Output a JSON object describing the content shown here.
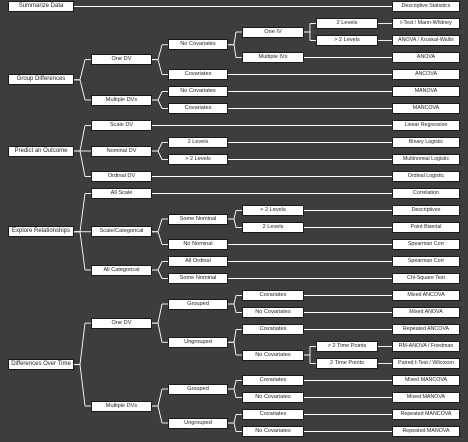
{
  "title": "Statistical test decision tree",
  "tree": [
    {
      "label": "Summarize Data",
      "children": [
        {
          "label": "Descriptive Statistics"
        }
      ]
    },
    {
      "label": "Group Differences",
      "children": [
        {
          "label": "One DV",
          "children": [
            {
              "label": "No Covariates",
              "children": [
                {
                  "label": "One IV",
                  "children": [
                    {
                      "label": "2 Levels",
                      "children": [
                        {
                          "label": "t-Test / Mann-Whitney"
                        }
                      ]
                    },
                    {
                      "label": "> 2 Levels",
                      "children": [
                        {
                          "label": "ANOVA / Kruskal-Wallis"
                        }
                      ]
                    }
                  ]
                },
                {
                  "label": "Multiple IVs",
                  "children": [
                    {
                      "label": "ANOVA"
                    }
                  ]
                }
              ]
            },
            {
              "label": "Covariates",
              "children": [
                {
                  "label": "ANCOVA"
                }
              ]
            }
          ]
        },
        {
          "label": "Multiple DVs",
          "children": [
            {
              "label": "No Covariates",
              "children": [
                {
                  "label": "MANOVA"
                }
              ]
            },
            {
              "label": "Covariates",
              "children": [
                {
                  "label": "MANCOVA"
                }
              ]
            }
          ]
        }
      ]
    },
    {
      "label": "Predict an Outcome",
      "children": [
        {
          "label": "Scale DV",
          "children": [
            {
              "label": "Linear Regression"
            }
          ]
        },
        {
          "label": "Nominal DV",
          "children": [
            {
              "label": "2 Levels",
              "children": [
                {
                  "label": "Binary Logistic"
                }
              ]
            },
            {
              "label": "> 2 Levels",
              "children": [
                {
                  "label": "Multinomial Logistic"
                }
              ]
            }
          ]
        },
        {
          "label": "Ordinal DV",
          "children": [
            {
              "label": "Ordinal Logistic"
            }
          ]
        }
      ]
    },
    {
      "label": "Explore Relationships",
      "children": [
        {
          "label": "All Scale",
          "children": [
            {
              "label": "Correlation"
            }
          ]
        },
        {
          "label": "Scale/Categorical",
          "children": [
            {
              "label": "Some Nominal",
              "children": [
                {
                  "label": "> 2 Levels",
                  "children": [
                    {
                      "label": "Descriptives"
                    }
                  ]
                },
                {
                  "label": "2 Levels",
                  "children": [
                    {
                      "label": "Point Biserial"
                    }
                  ]
                }
              ]
            },
            {
              "label": "No Nominal",
              "children": [
                {
                  "label": "Spearman Corr"
                }
              ]
            }
          ]
        },
        {
          "label": "All Categorical",
          "children": [
            {
              "label": "All Ordinal",
              "children": [
                {
                  "label": "Spearman Corr"
                }
              ]
            },
            {
              "label": "Some Nominal",
              "children": [
                {
                  "label": "Chi-Square Test"
                }
              ]
            }
          ]
        }
      ]
    },
    {
      "label": "Differences Over Time",
      "children": [
        {
          "label": "One DV",
          "children": [
            {
              "label": "Grouped",
              "children": [
                {
                  "label": "Covariates",
                  "children": [
                    {
                      "label": "Mixed ANCOVA"
                    }
                  ]
                },
                {
                  "label": "No Covariates",
                  "children": [
                    {
                      "label": "Mixed ANOVA"
                    }
                  ]
                }
              ]
            },
            {
              "label": "Ungrouped",
              "children": [
                {
                  "label": "Covariates",
                  "children": [
                    {
                      "label": "Repeated ANCOVA"
                    }
                  ]
                },
                {
                  "label": "No Covariates",
                  "children": [
                    {
                      "label": "> 2 Time Points",
                      "children": [
                        {
                          "label": "RM-ANOVA / Friedman"
                        }
                      ]
                    },
                    {
                      "label": "2 Time Points",
                      "children": [
                        {
                          "label": "Paired t-Test / Wilcoxon"
                        }
                      ]
                    }
                  ]
                }
              ]
            }
          ]
        },
        {
          "label": "Multiple DVs",
          "children": [
            {
              "label": "Grouped",
              "children": [
                {
                  "label": "Covariates",
                  "children": [
                    {
                      "label": "Mixed MANCOVA"
                    }
                  ]
                },
                {
                  "label": "No Covariates",
                  "children": [
                    {
                      "label": "Mixed MANOVA"
                    }
                  ]
                }
              ]
            },
            {
              "label": "Ungrouped",
              "children": [
                {
                  "label": "Covariates",
                  "children": [
                    {
                      "label": "Repeated MANCOVA"
                    }
                  ]
                },
                {
                  "label": "No Covariates",
                  "children": [
                    {
                      "label": "Repeated MANOVA"
                    }
                  ]
                }
              ]
            }
          ]
        }
      ]
    }
  ]
}
